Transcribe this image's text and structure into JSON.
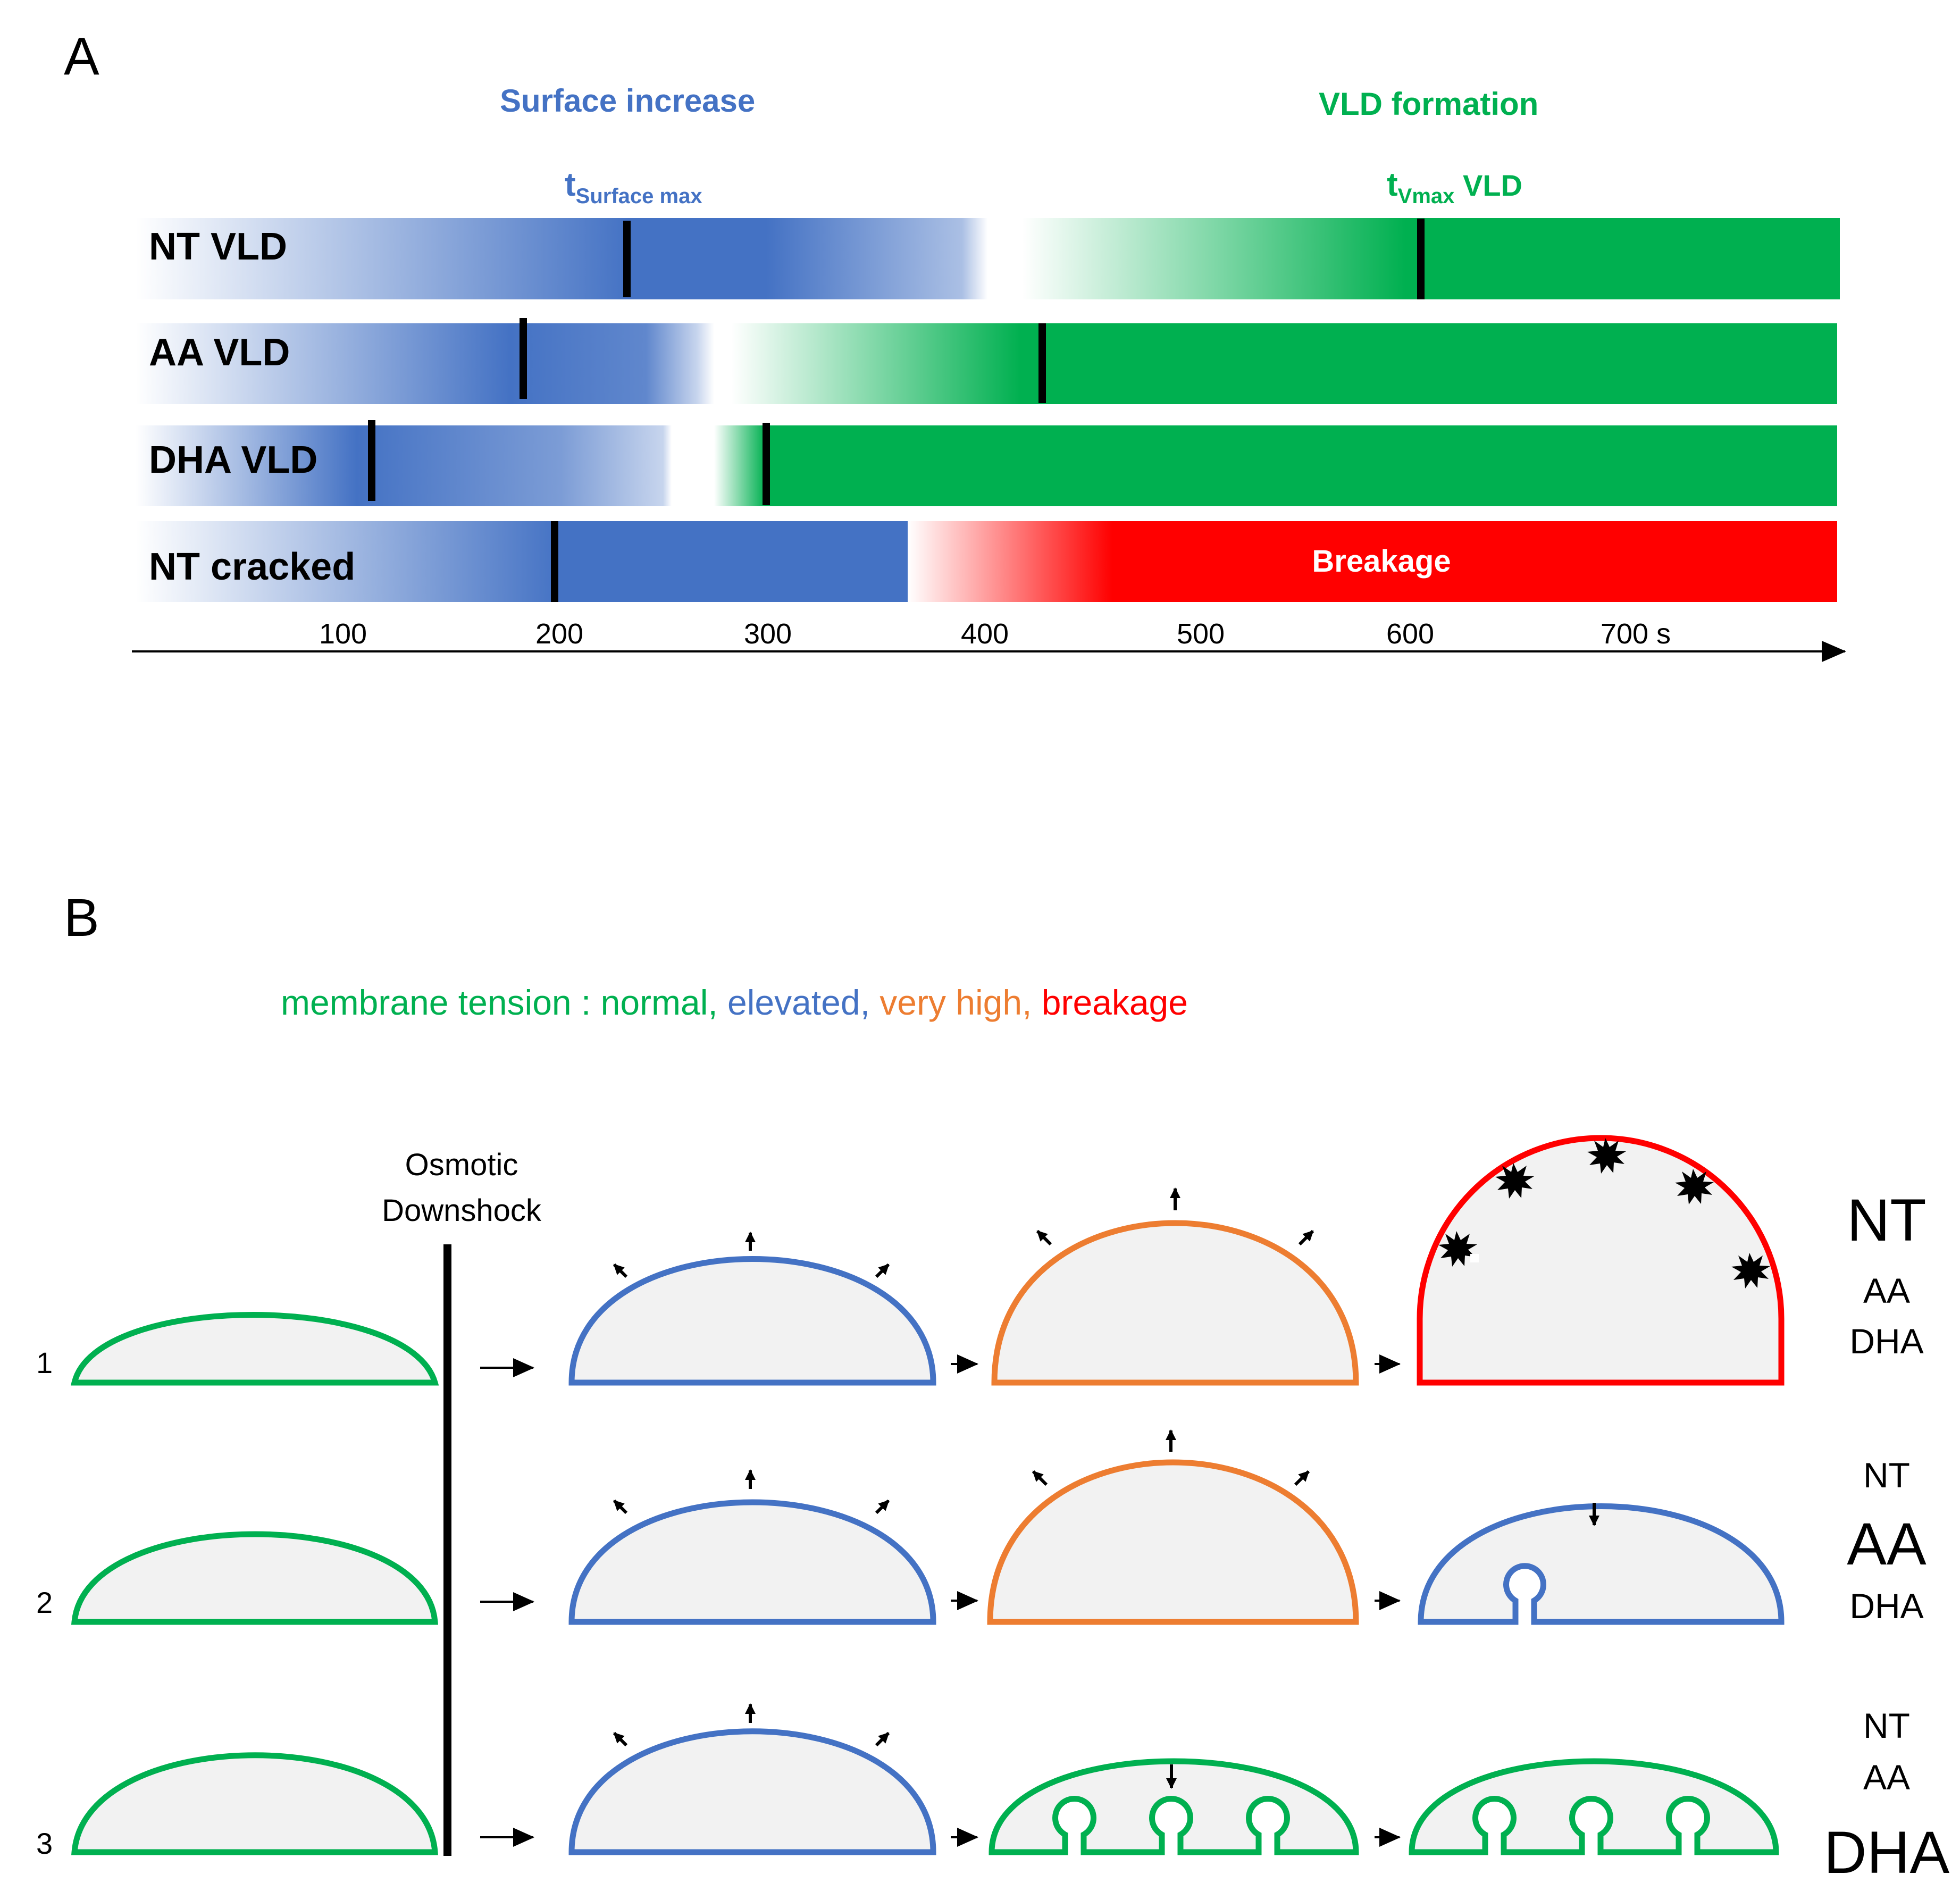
{
  "panel_a": {
    "letter": "A",
    "section_surface": "Surface increase",
    "section_vld": "VLD formation",
    "marker_surface": {
      "main": "t",
      "sub": "Surface max"
    },
    "marker_vld": {
      "main": "t",
      "sub": "Vmax",
      "suffix": " VLD"
    },
    "rows": [
      {
        "label": "NT VLD"
      },
      {
        "label": "AA VLD"
      },
      {
        "label": "DHA VLD"
      },
      {
        "label": "NT cracked",
        "red_text": "Breakage"
      }
    ],
    "axis_ticks": [
      "100",
      "200",
      "300",
      "400",
      "500",
      "600",
      "700 s"
    ]
  },
  "panel_b": {
    "letter": "B",
    "legend": {
      "prefix": "membrane tension : ",
      "normal": "normal,",
      "elevated": " elevated,",
      "very_high": " very high,",
      "breakage": " breakage"
    },
    "osmotic_line1": "Osmotic",
    "osmotic_line2": "Downshock",
    "rows": [
      {
        "number": "1",
        "lipids": [
          "NT",
          "AA",
          "DHA"
        ],
        "emphasized": "NT"
      },
      {
        "number": "2",
        "lipids": [
          "NT",
          "AA",
          "DHA"
        ],
        "emphasized": "AA"
      },
      {
        "number": "3",
        "lipids": [
          "NT",
          "AA",
          "DHA"
        ],
        "emphasized": "DHA"
      }
    ]
  },
  "colors": {
    "blue": "#4472C4",
    "green": "#00B050",
    "red": "#FF0000",
    "orange": "#ED7D31",
    "fill": "#F2F2F2",
    "legend_green": "#00B050",
    "legend_blue": "#4472C4",
    "legend_orange": "#ED7D31",
    "legend_red": "#FF0000"
  }
}
